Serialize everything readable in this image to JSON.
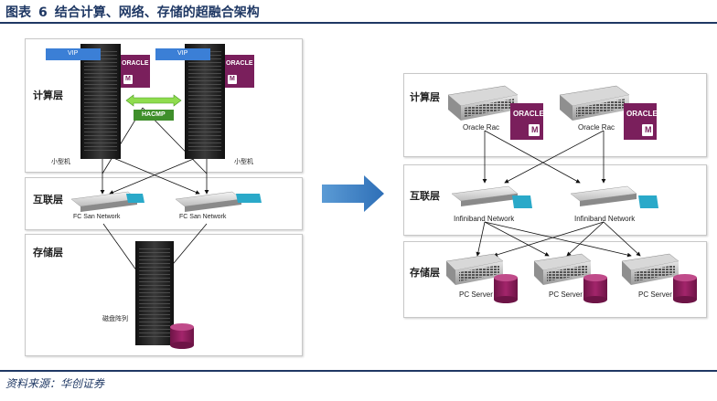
{
  "title": {
    "prefix": "图表",
    "number": "6",
    "text": "结合计算、网络、存储的超融合架构"
  },
  "source": "资料来源：华创证券",
  "left": {
    "layers": {
      "compute": "计算层",
      "network": "互联层",
      "storage": "存储层"
    },
    "vip": "VIP",
    "oracle": "ORACLE",
    "oracle_m": "M",
    "hacmp": "HACMP",
    "minicomputer": "小型机",
    "fc_san": "FC San Network",
    "disk_array": "磁盘阵列"
  },
  "right": {
    "layers": {
      "compute": "计算层",
      "network": "互联层",
      "storage": "存储层"
    },
    "oracle": "ORACLE",
    "oracle_m": "M",
    "oracle_rac": "Oracle Rac",
    "infiniband": "Infiniband Network",
    "pc_server": "PC Server"
  },
  "colors": {
    "accent": "#1f3864",
    "vip": "#3b7fd6",
    "oracle": "#7a1f5c",
    "hacmp": "#3f8f2b",
    "arrow": "#2e6fb7",
    "disk": "#8b1d5a"
  }
}
